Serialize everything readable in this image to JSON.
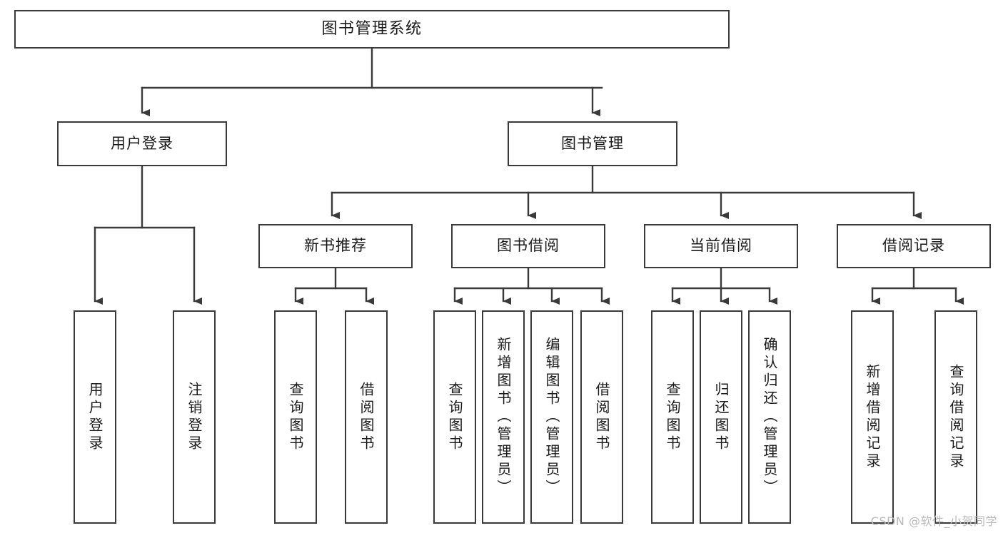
{
  "diagram": {
    "kind": "functional-structure-tree",
    "root": {
      "id": "root",
      "label": "图书管理系统"
    },
    "level2": [
      {
        "id": "user-login",
        "label": "用户登录"
      },
      {
        "id": "book-manage",
        "label": "图书管理"
      }
    ],
    "level3": [
      {
        "id": "new-book-rec",
        "label": "新书推荐",
        "parent": "book-manage"
      },
      {
        "id": "book-borrow",
        "label": "图书借阅",
        "parent": "book-manage"
      },
      {
        "id": "current-borrow",
        "label": "当前借阅",
        "parent": "book-manage"
      },
      {
        "id": "borrow-record",
        "label": "借阅记录",
        "parent": "book-manage"
      }
    ],
    "leaves": [
      {
        "id": "leaf-user-login",
        "label": "用户登录",
        "parent": "user-login"
      },
      {
        "id": "leaf-logout",
        "label": "注销登录",
        "parent": "user-login"
      },
      {
        "id": "leaf-query-book-1",
        "label": "查询图书",
        "parent": "new-book-rec"
      },
      {
        "id": "leaf-borrow-book-1",
        "label": "借阅图书",
        "parent": "new-book-rec"
      },
      {
        "id": "leaf-query-book-2",
        "label": "查询图书",
        "parent": "book-borrow"
      },
      {
        "id": "leaf-add-book",
        "label": "新增图书（管理员）",
        "parent": "book-borrow"
      },
      {
        "id": "leaf-edit-book",
        "label": "编辑图书（管理员）",
        "parent": "book-borrow"
      },
      {
        "id": "leaf-borrow-book-2",
        "label": "借阅图书",
        "parent": "book-borrow"
      },
      {
        "id": "leaf-query-book-3",
        "label": "查询图书",
        "parent": "current-borrow"
      },
      {
        "id": "leaf-return-book",
        "label": "归还图书",
        "parent": "current-borrow"
      },
      {
        "id": "leaf-confirm-return",
        "label": "确认归还（管理员）",
        "parent": "current-borrow"
      },
      {
        "id": "leaf-add-record",
        "label": "新增借阅记录",
        "parent": "borrow-record"
      },
      {
        "id": "leaf-query-record",
        "label": "查询借阅记录",
        "parent": "borrow-record"
      }
    ]
  },
  "watermark": {
    "text": "CSDN @软件_小贺同学"
  },
  "colors": {
    "border": "#3a3a3a",
    "text": "#1a1a1a",
    "background": "#ffffff",
    "connector": "#3a3a3a",
    "watermark": "#b9b9b9"
  }
}
